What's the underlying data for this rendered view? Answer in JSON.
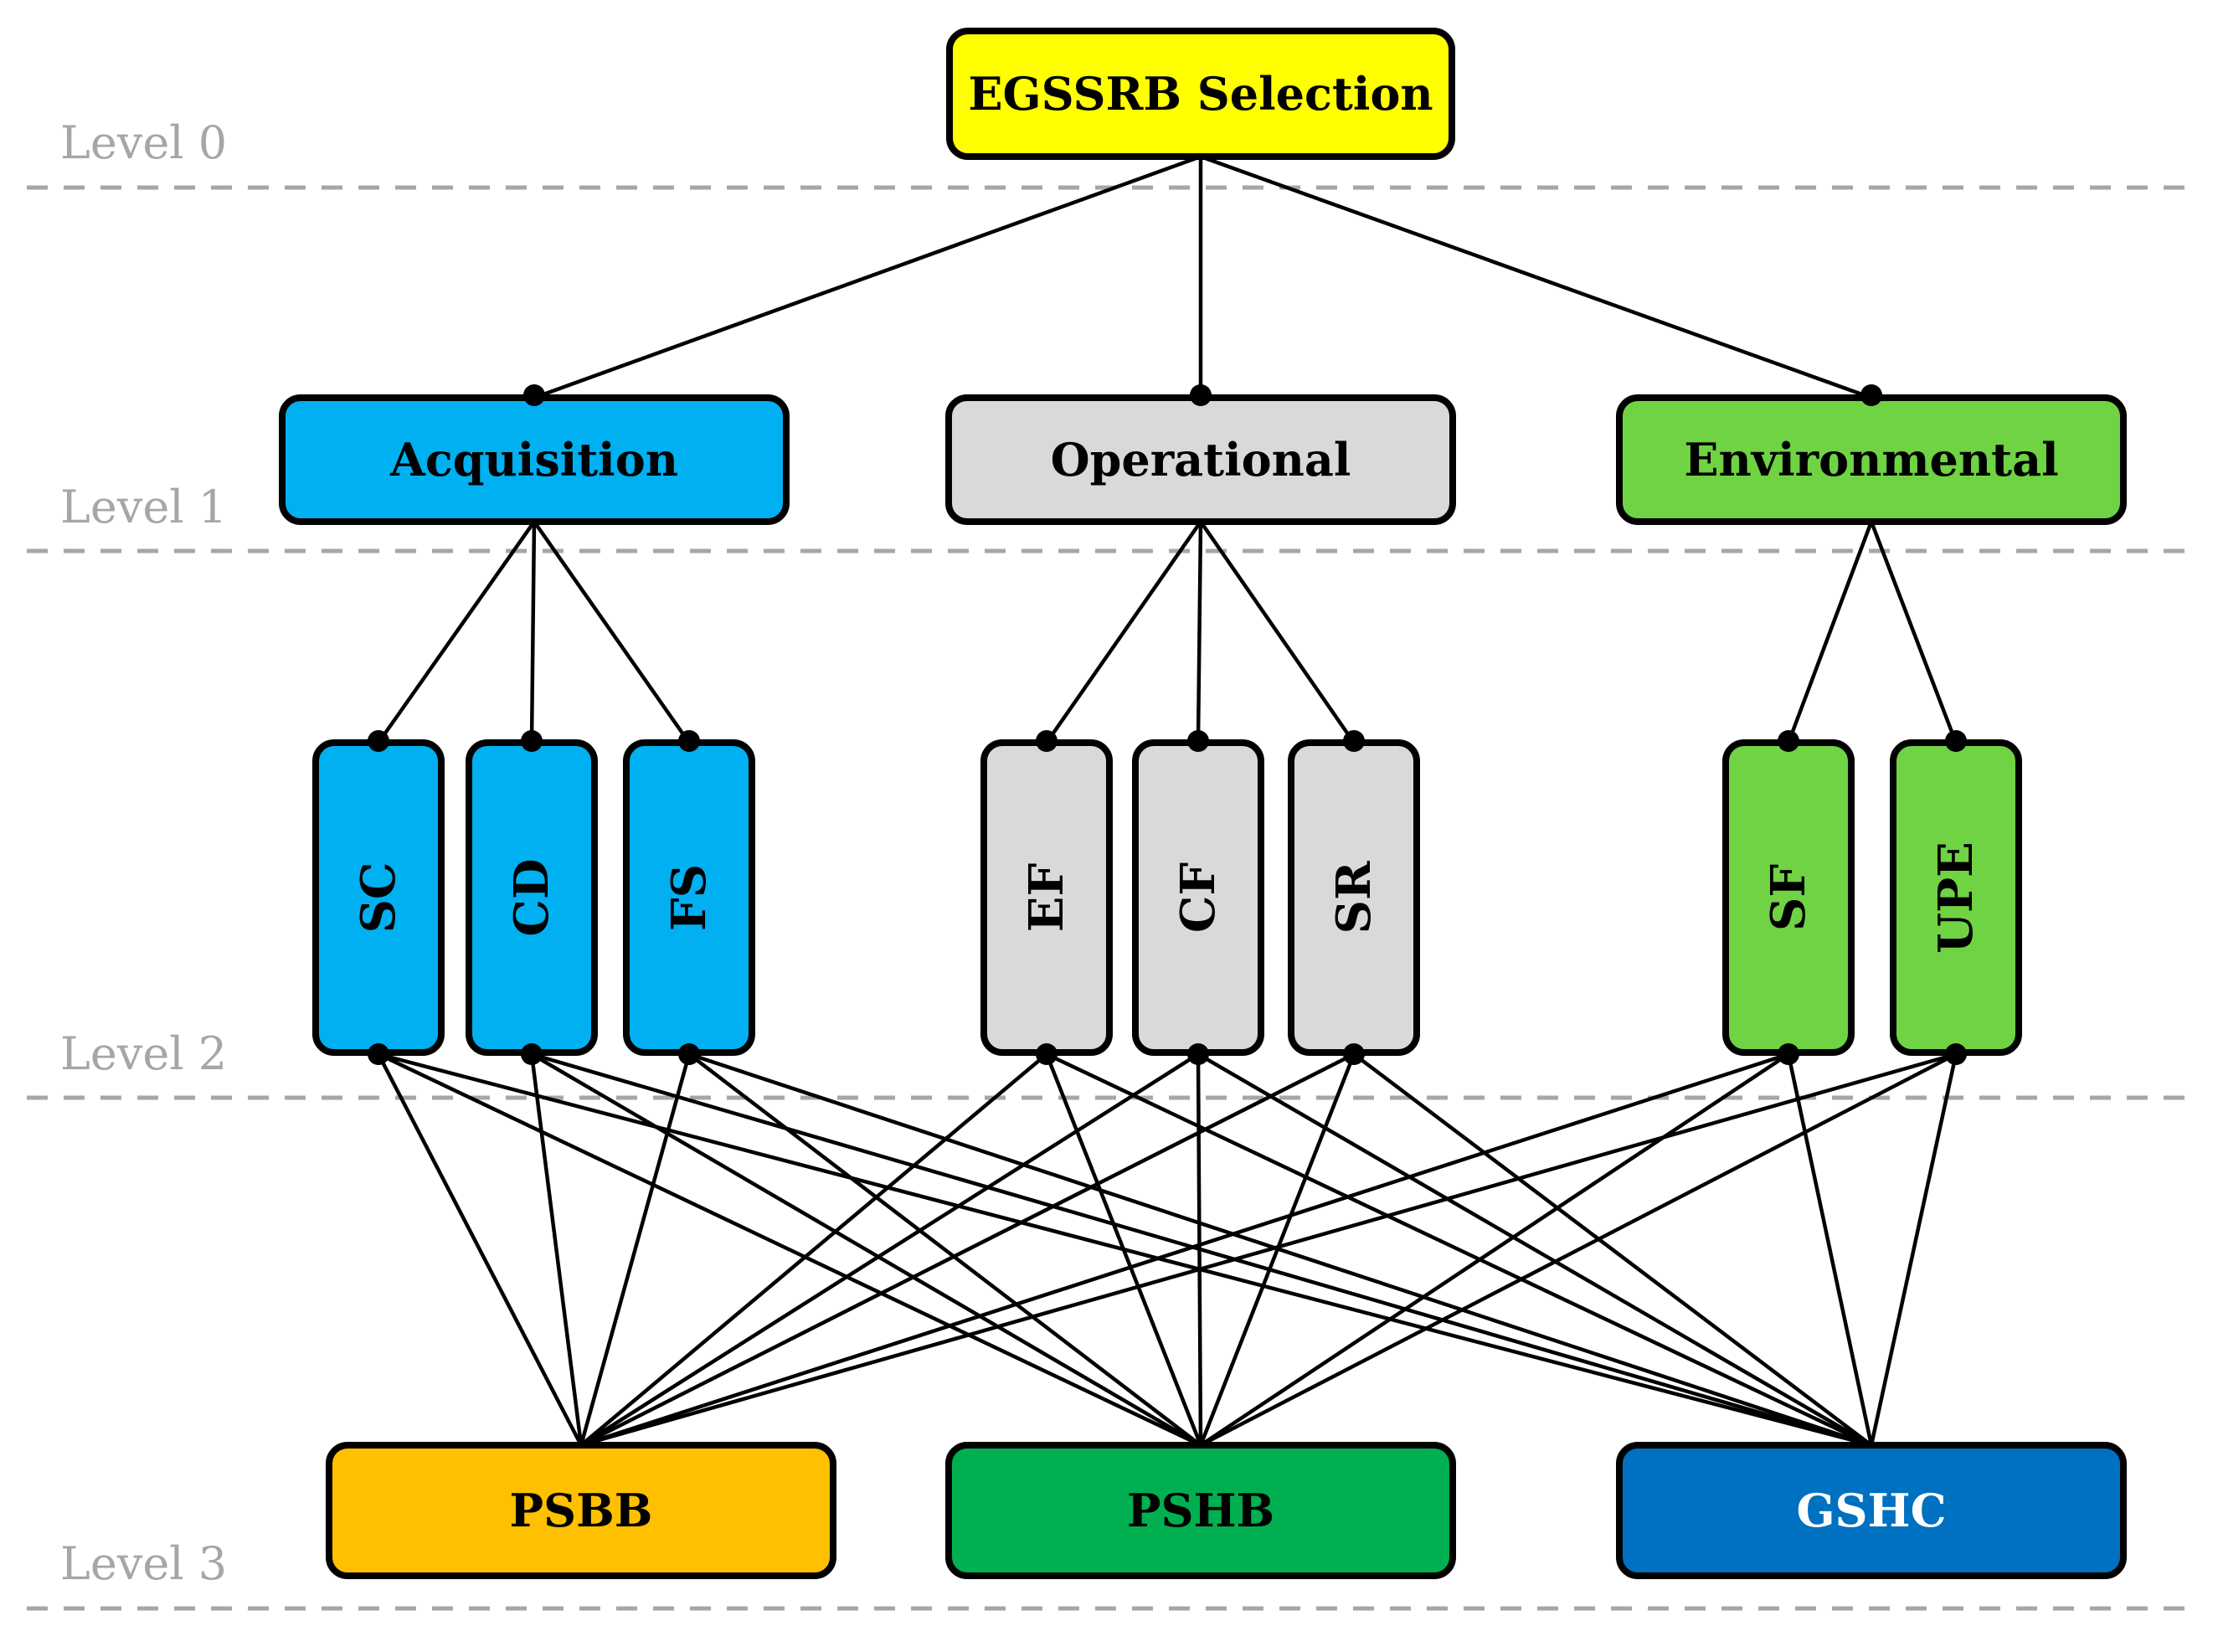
{
  "title": "EGSSRB Selection hierarchy",
  "levels": [
    {
      "label": "Level 0"
    },
    {
      "label": "Level 1"
    },
    {
      "label": "Level 2"
    },
    {
      "label": "Level 3"
    }
  ],
  "goal": {
    "id": "goal",
    "label": "EGSSRB Selection",
    "fill": "#ffff00",
    "text_color": "#000000"
  },
  "criteria": [
    {
      "id": "acquisition",
      "label": "Acquisition",
      "fill": "#00b0f0",
      "text_color": "#000000",
      "subcriteria": [
        {
          "id": "sc",
          "label": "SC"
        },
        {
          "id": "cd",
          "label": "CD"
        },
        {
          "id": "fs",
          "label": "FS"
        }
      ]
    },
    {
      "id": "operational",
      "label": "Operational",
      "fill": "#d9d9d9",
      "text_color": "#000000",
      "subcriteria": [
        {
          "id": "ef",
          "label": "EF"
        },
        {
          "id": "cf",
          "label": "CF"
        },
        {
          "id": "sr",
          "label": "SR"
        }
      ]
    },
    {
      "id": "environmental",
      "label": "Environmental",
      "fill": "#6fd344",
      "text_color": "#000000",
      "subcriteria": [
        {
          "id": "sf",
          "label": "SF"
        },
        {
          "id": "upe",
          "label": "UPE"
        }
      ]
    }
  ],
  "alternatives": [
    {
      "id": "psbb",
      "label": "PSBB",
      "fill": "#ffc000",
      "text_color": "#000000"
    },
    {
      "id": "pshb",
      "label": "PSHB",
      "fill": "#00b050",
      "text_color": "#000000"
    },
    {
      "id": "gshc",
      "label": "GSHC",
      "fill": "#0070c0",
      "text_color": "#ffffff"
    }
  ],
  "connections": {
    "subcriteria_to_alternatives": "all"
  }
}
